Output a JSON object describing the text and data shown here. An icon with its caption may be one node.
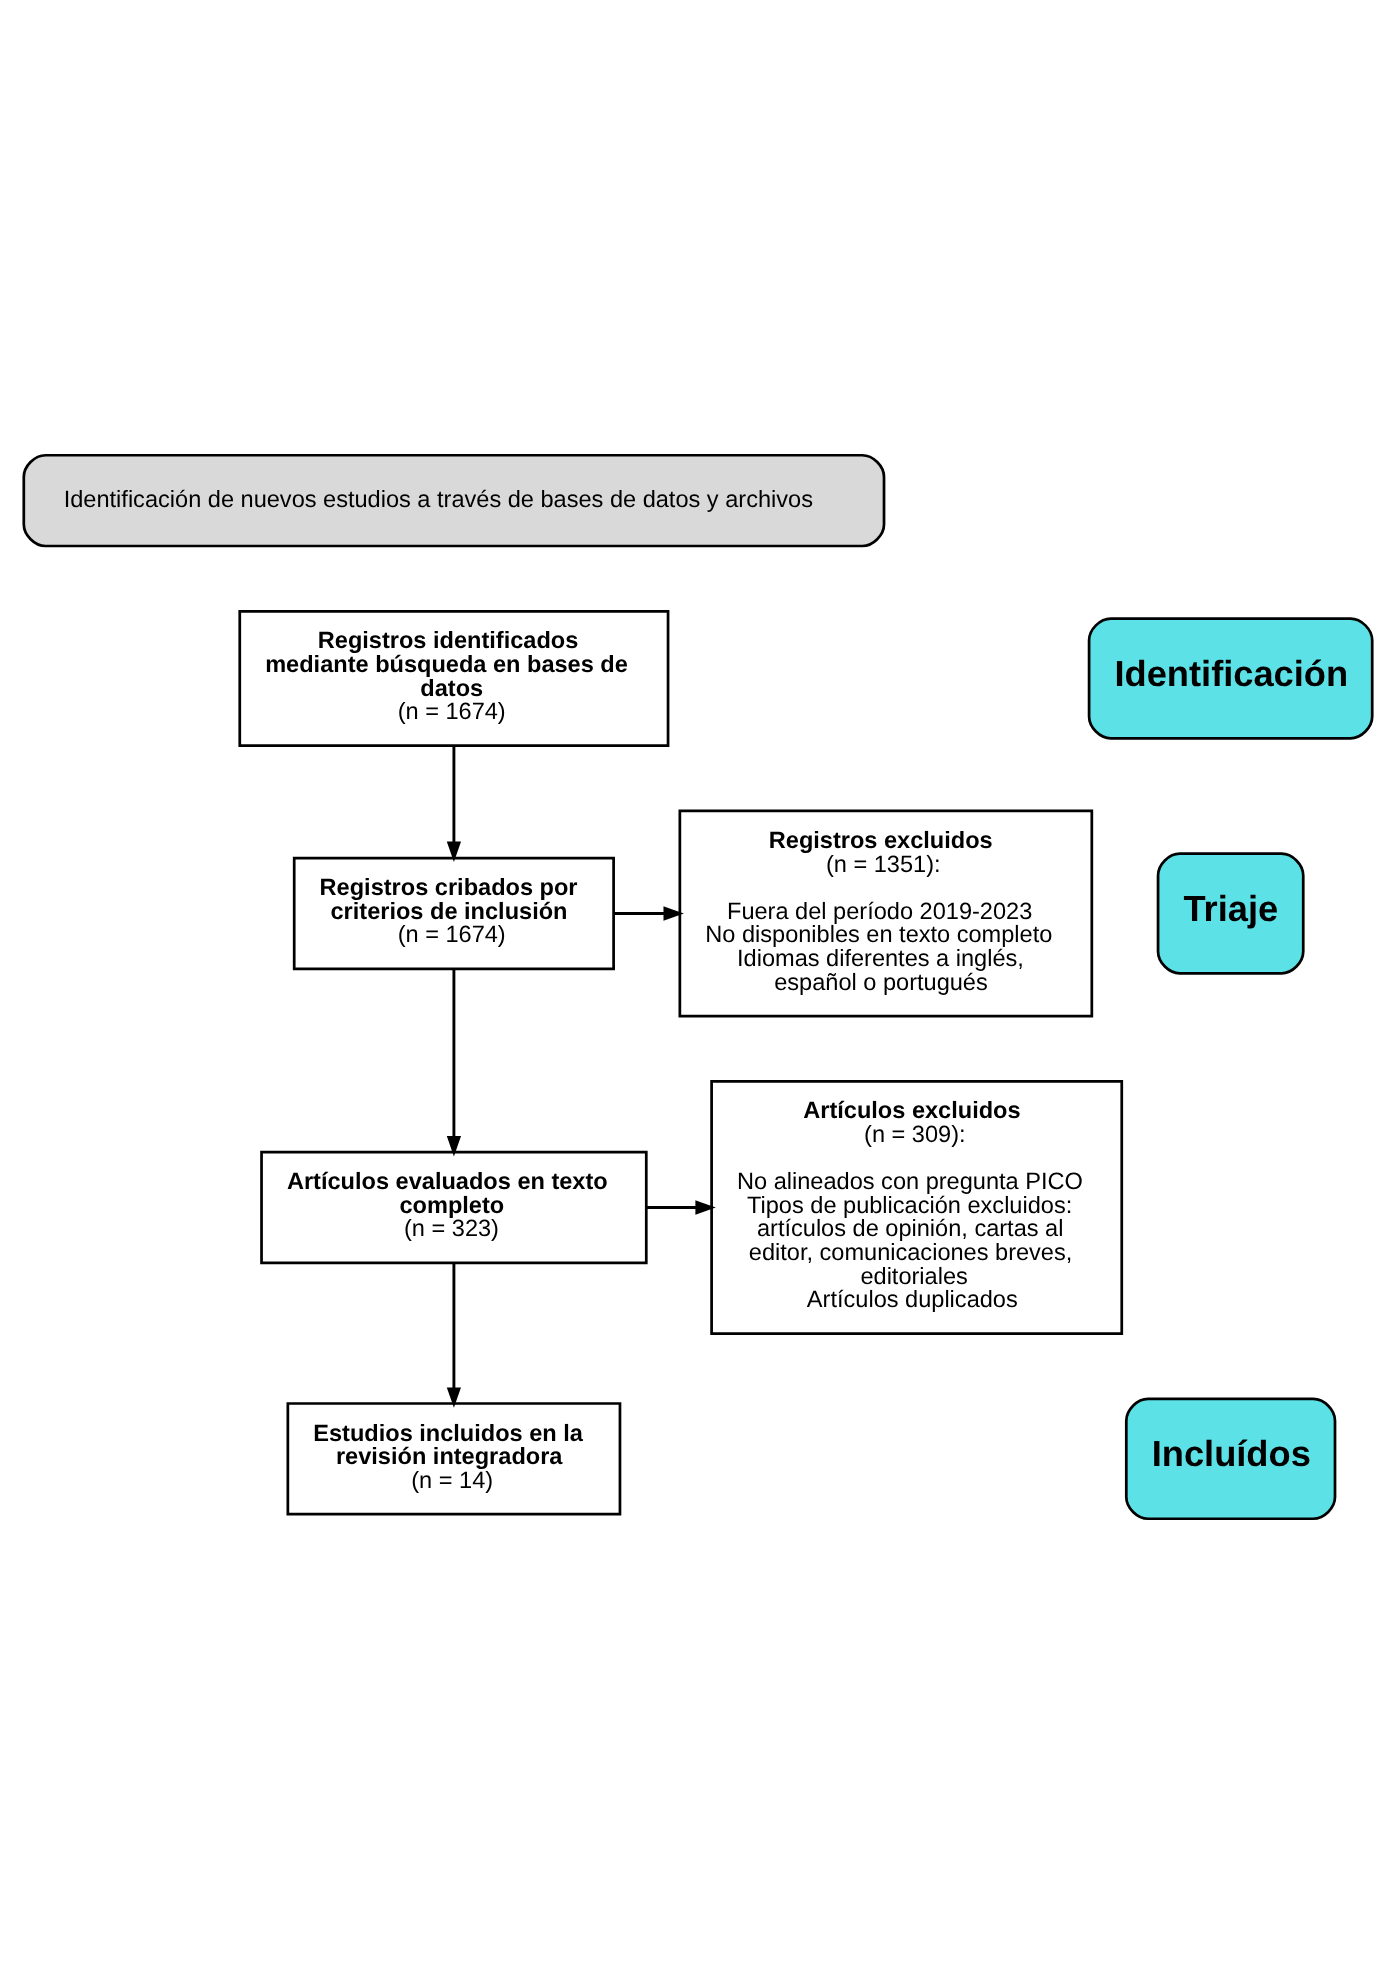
{
  "diagram": {
    "nodes": [
      {
        "text": [
          "Identificación de nuevos estudios a través de bases de datos y archivos"
        ]
      },
      {
        "text": [
          "Identificación"
        ]
      },
      {
        "text": [
          "Registros identificados mediante búsqueda en bases de datos",
          "(n = 1674)"
        ]
      },
      {
        "text": [
          "Registros excluidos",
          "(n = 1351):",
          "Fuera del período 2019-2023",
          "No disponibles en texto completo",
          "Idiomas diferentes a inglés, español o portugués"
        ]
      },
      {
        "text": [
          "Triaje"
        ]
      },
      {
        "text": [
          "Registros cribados por criterios de inclusión",
          "(n = 1674)"
        ]
      },
      {
        "text": [
          "Artículos excluidos",
          "(n = 309):",
          "No alineados con pregunta PICO",
          "Tipos de publicación excluidos: artículos de opinión, cartas al editor, comunicaciones breves, editoriales",
          "Artículos duplicados"
        ]
      },
      {
        "text": [
          "Artículos evaluados en texto completo",
          "(n = 323)"
        ]
      },
      {
        "text": [
          "Incluídos"
        ]
      },
      {
        "text": [
          "Estudios incluidos en la revisión integradora",
          "(n = 14)"
        ]
      }
    ],
    "edges": [
      {
        "from": 2,
        "to": 5,
        "arrow": "to"
      },
      {
        "from": 5,
        "to": 3,
        "arrow": "to"
      },
      {
        "from": 5,
        "to": 7,
        "arrow": "to"
      },
      {
        "from": 7,
        "to": 6,
        "arrow": "to"
      },
      {
        "from": 7,
        "to": 9,
        "arrow": "to"
      }
    ]
  }
}
